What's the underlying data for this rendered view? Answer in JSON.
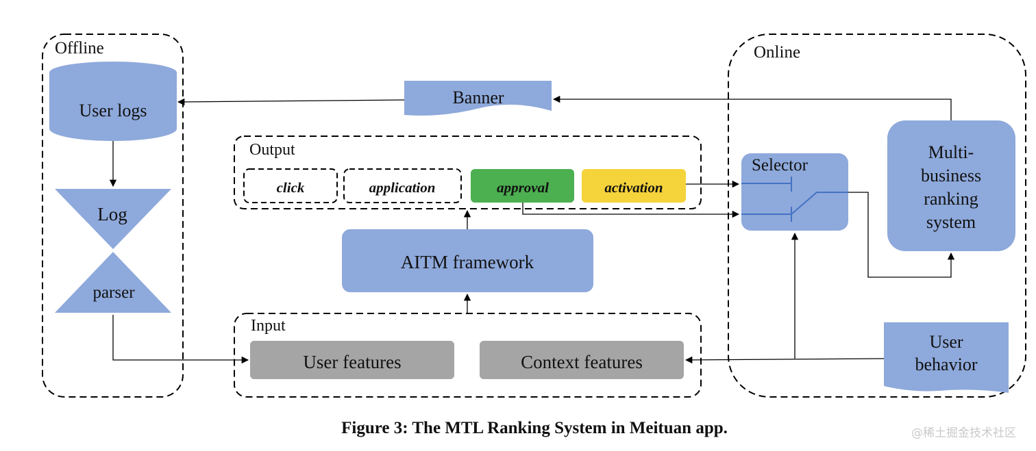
{
  "groups": {
    "offline": "Offline",
    "online": "Online",
    "output": "Output",
    "input": "Input"
  },
  "nodes": {
    "user_logs": "User logs",
    "log": "Log",
    "parser": "parser",
    "banner": "Banner",
    "aitm": "AITM framework",
    "user_features": "User features",
    "context_features": "Context features",
    "selector": "Selector",
    "multi_business": [
      "Multi-",
      "business",
      "ranking",
      "system"
    ],
    "user_behavior": [
      "User",
      "behavior"
    ]
  },
  "outputs": {
    "click": "click",
    "application": "application",
    "approval": "approval",
    "activation": "activation"
  },
  "colors": {
    "blue": "#8ea9db",
    "gray": "#a5a5a5",
    "green": "#4caf50",
    "yellow": "#f5d33b",
    "switch": "#4472c4"
  },
  "caption": "Figure 3: The MTL Ranking System in Meituan app.",
  "watermark": "@稀土掘金技术社区"
}
